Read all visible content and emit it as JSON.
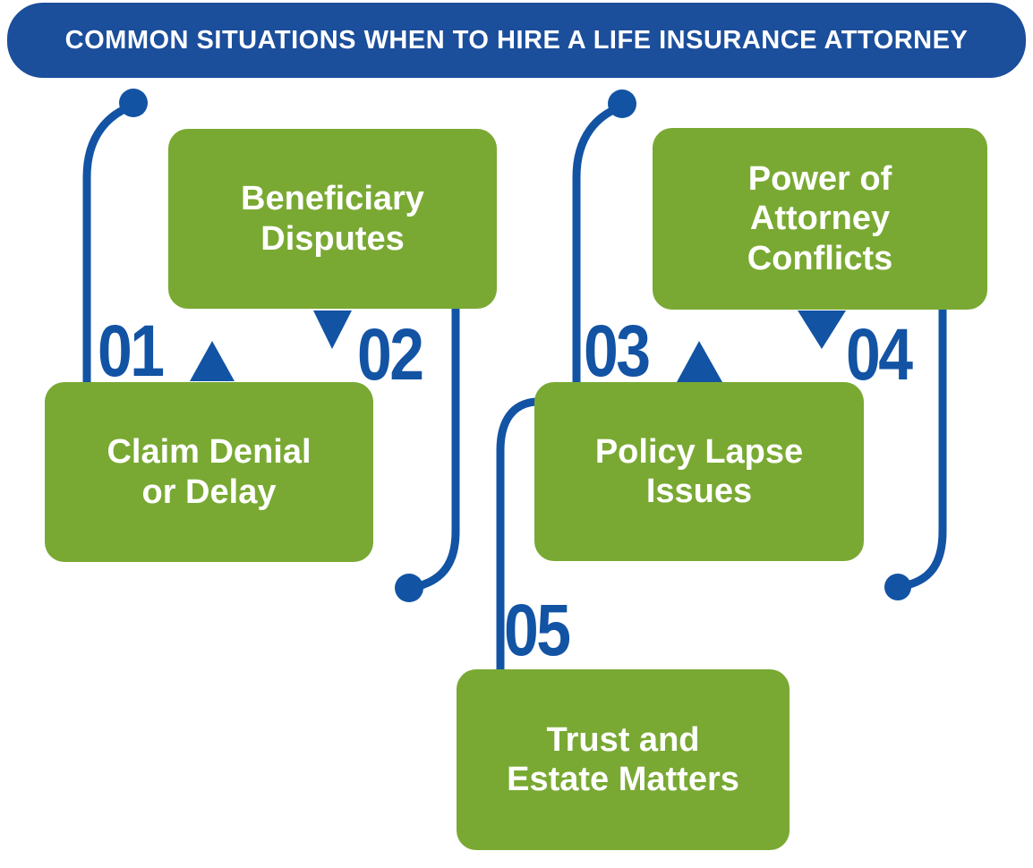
{
  "title": "COMMON SITUATIONS WHEN TO HIRE A LIFE INSURANCE ATTORNEY",
  "colors": {
    "accent-blue": "#1253a4",
    "header-blue": "#1b4e9b",
    "box-green": "#79a933",
    "text-white": "#ffffff"
  },
  "items": [
    {
      "number": "01",
      "label": "Claim Denial\nor Delay"
    },
    {
      "number": "02",
      "label": "Beneficiary\nDisputes"
    },
    {
      "number": "03",
      "label": "Policy Lapse\nIssues"
    },
    {
      "number": "04",
      "label": "Power of\nAttorney\nConflicts"
    },
    {
      "number": "05",
      "label": "Trust and\nEstate Matters"
    }
  ]
}
